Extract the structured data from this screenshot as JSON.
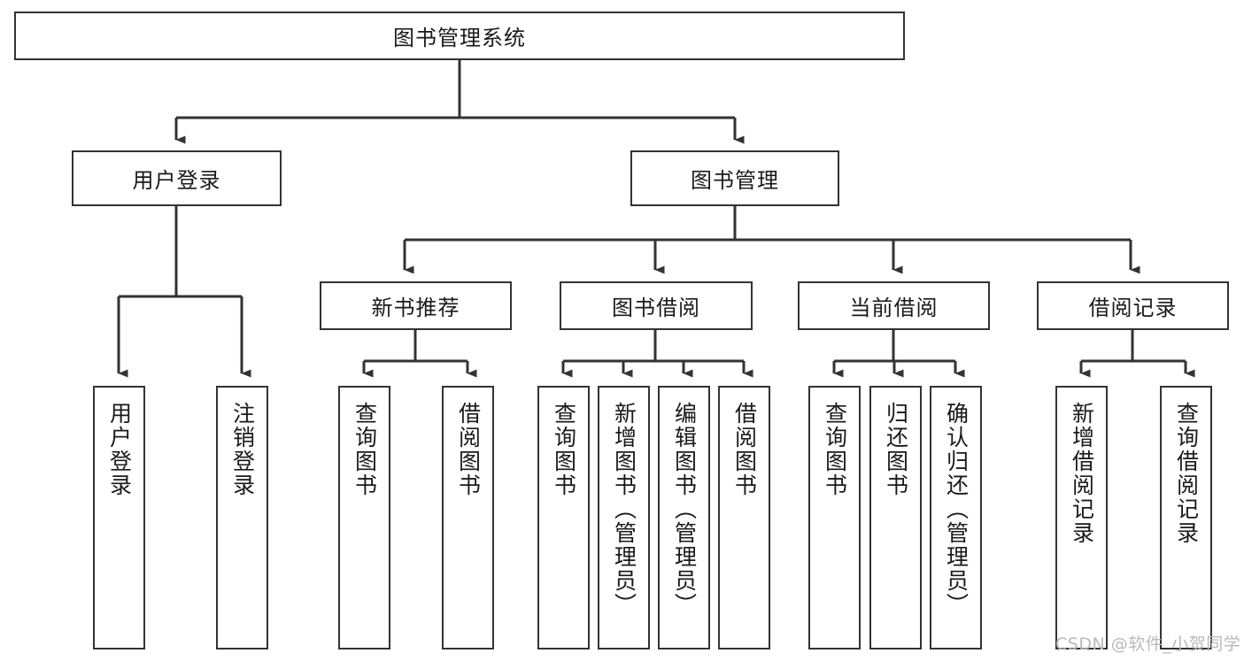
{
  "diagram": {
    "title": "图书管理系统",
    "type": "tree-hierarchy-diagram",
    "orientation": "top-down",
    "colors": {
      "box_border": "#333333",
      "box_fill": "#ffffff",
      "connector": "#333333",
      "text": "#1a1a1a",
      "watermark": "#b9b9b9",
      "background": "#ffffff"
    }
  },
  "root": {
    "label": "图书管理系统"
  },
  "level2": [
    {
      "label": "用户登录"
    },
    {
      "label": "图书管理"
    }
  ],
  "level3": [
    {
      "label": "新书推荐"
    },
    {
      "label": "图书借阅"
    },
    {
      "label": "当前借阅"
    },
    {
      "label": "借阅记录"
    }
  ],
  "leaves": {
    "user_login": [
      {
        "label": "用户登录"
      },
      {
        "label": "注销登录"
      }
    ],
    "new_book_recommend": [
      {
        "label": "查询图书"
      },
      {
        "label": "借阅图书"
      }
    ],
    "book_borrow": [
      {
        "label": "查询图书"
      },
      {
        "label": "新增图书（管理员）"
      },
      {
        "label": "编辑图书（管理员）"
      },
      {
        "label": "借阅图书"
      }
    ],
    "current_borrow": [
      {
        "label": "查询图书"
      },
      {
        "label": "归还图书"
      },
      {
        "label": "确认归还（管理员）"
      }
    ],
    "borrow_record": [
      {
        "label": "新增借阅记录"
      },
      {
        "label": "查询借阅记录"
      }
    ]
  },
  "watermark": {
    "text": "CSDN @软件_小贺同学"
  }
}
